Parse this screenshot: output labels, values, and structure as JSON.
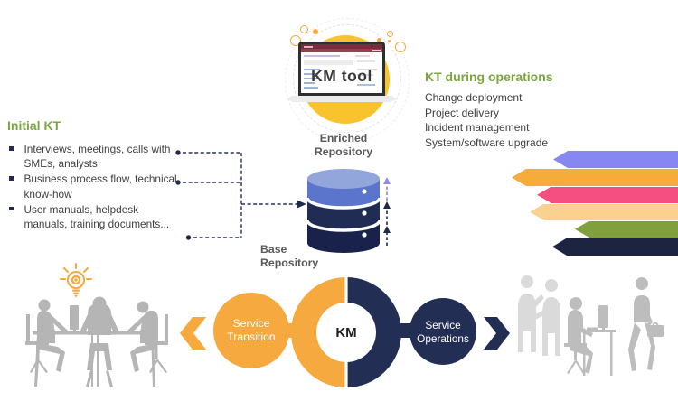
{
  "diagram": {
    "km_tool_label": "KM tool",
    "kt_operations": {
      "title": "KT during operations",
      "items": [
        "Change deployment",
        "Project delivery",
        "Incident management",
        "System/software upgrade"
      ]
    },
    "initial_kt": {
      "title": "Initial KT",
      "items": [
        "Interviews, meetings, calls with SMEs, analysts",
        "Business process flow, technical know-how",
        "User manuals, helpdesk manuals, training documents..."
      ]
    },
    "repository": {
      "enriched_label": "Enriched Repository",
      "base_label": "Base Repository"
    },
    "cycle": {
      "left_circle": "Service Transition",
      "center": "KM",
      "right_circle": "Service Operations"
    },
    "icons": {
      "idea": "lightbulb-gear-icon",
      "repository": "database-cylinder-icon",
      "km_tool": "laptop-icon",
      "flow_left": "chevron-left-icon",
      "flow_right": "chevron-right-icon"
    },
    "colors": {
      "accent_green": "#7CA63F",
      "orange": "#F5A93F",
      "navy": "#232E54",
      "yellow": "#F8C32D",
      "maroon": "#7B2B3C",
      "repo_blue_light": "#93A6DC",
      "repo_blue": "#5B75CC",
      "repo_navy": "#212C55",
      "repo_navy_dark": "#19224A",
      "silhouette_gray": "#B5B5B5"
    },
    "kt_arrow_colors": [
      "#8787F2",
      "#F5AC3B",
      "#F54E80",
      "#FAD18F",
      "#7FA03C",
      "#1D2442"
    ]
  }
}
